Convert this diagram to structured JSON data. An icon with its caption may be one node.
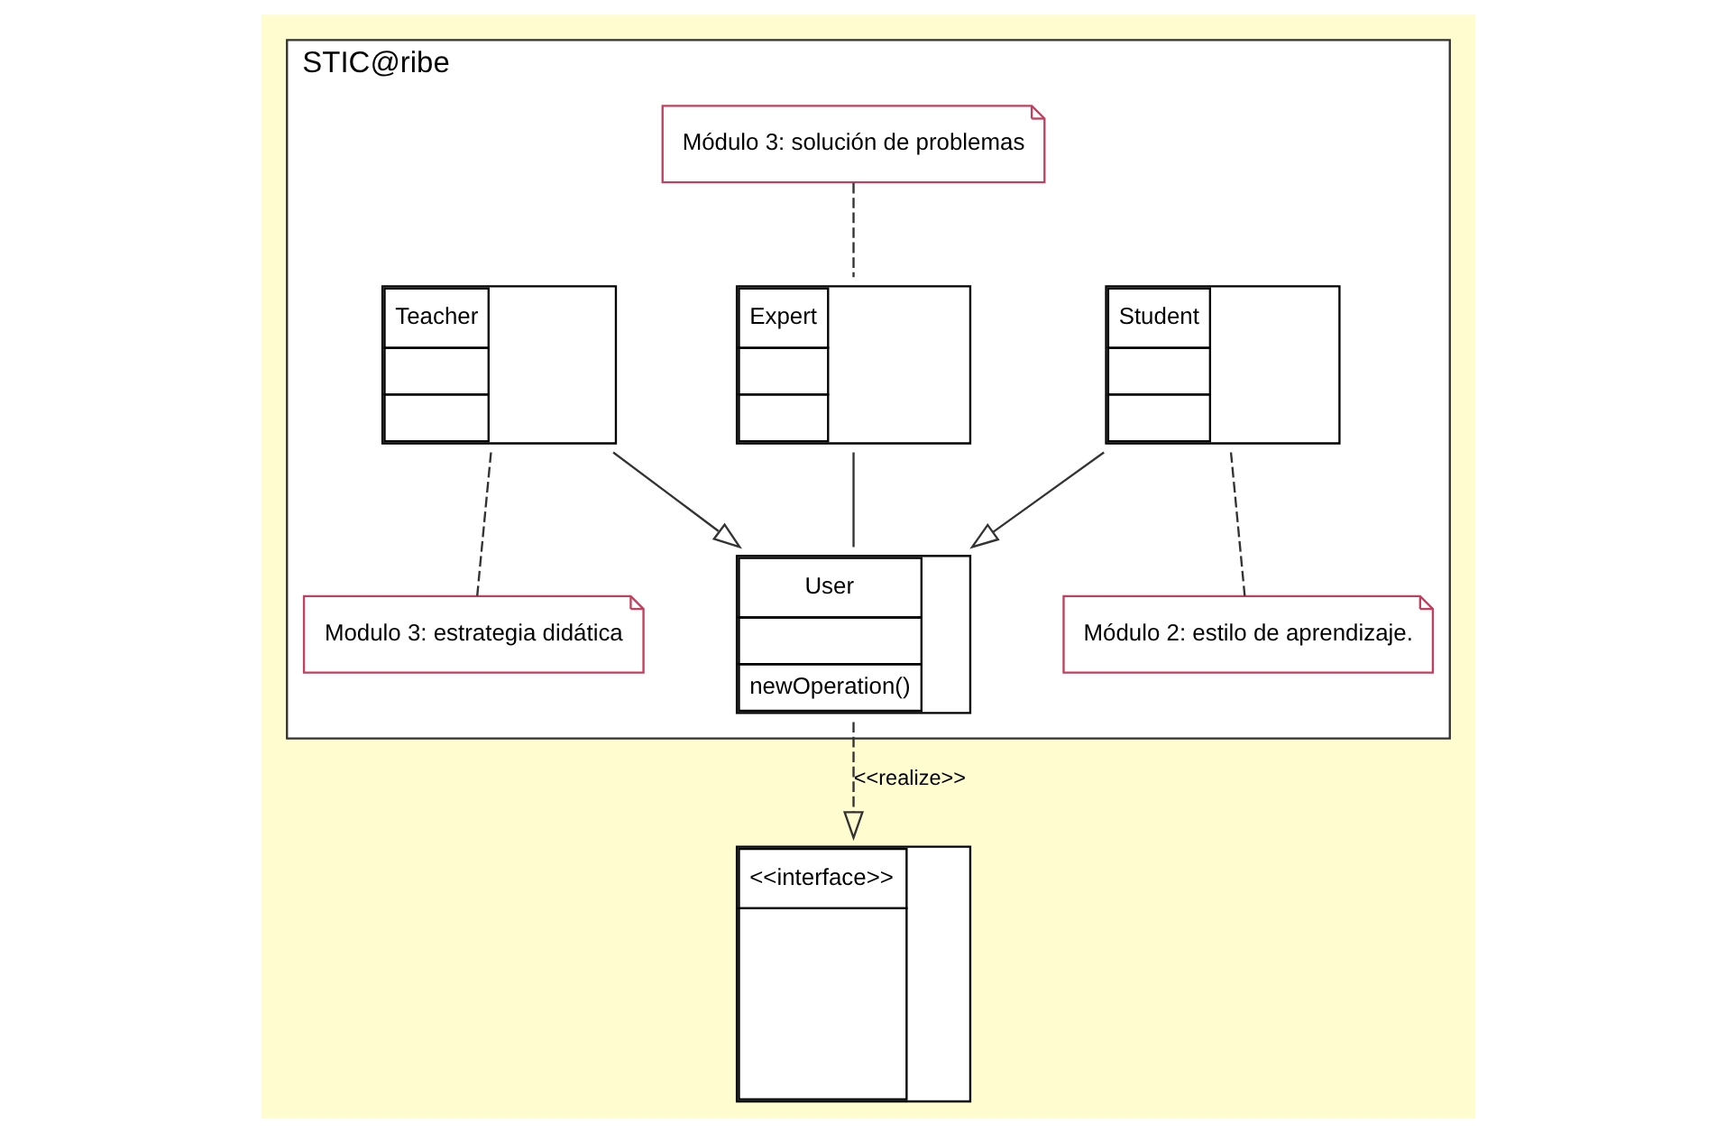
{
  "diagram": {
    "nodes": [
      {
        "text": [
          "STIC@ribe"
        ]
      },
      {
        "text": [
          "Módulo 3: solución de problemas"
        ],
        "in": 0
      },
      {
        "text": [
          "User",
          "newOperation()"
        ],
        "in": 0
      },
      {
        "text": [
          "Expert"
        ],
        "in": 0
      },
      {
        "text": [
          "Student"
        ],
        "in": 0
      },
      {
        "text": [
          "Teacher"
        ],
        "in": 0
      },
      {
        "text": [
          "Módulo 2: estilo de aprendizaje."
        ],
        "in": 0
      },
      {
        "text": [
          "Modulo 3: estrategia didática"
        ],
        "in": 0
      },
      {
        "text": [
          "<<interface>>"
        ]
      }
    ],
    "edges": [
      {
        "from": 1,
        "to": 3,
        "arrow": "none",
        "style": "dashed"
      },
      {
        "from": 3,
        "to": 2,
        "arrow": "none"
      },
      {
        "from": 4,
        "to": 2,
        "arrow": "to"
      },
      {
        "from": 5,
        "to": 2,
        "arrow": "to"
      },
      {
        "from": 2,
        "to": 8,
        "arrow": "to",
        "style": "dashed",
        "label": "<<realize>>"
      },
      {
        "from": 4,
        "to": 6,
        "arrow": "none",
        "style": "dashed"
      },
      {
        "from": 5,
        "to": 7,
        "arrow": "none",
        "style": "dashed"
      }
    ]
  }
}
